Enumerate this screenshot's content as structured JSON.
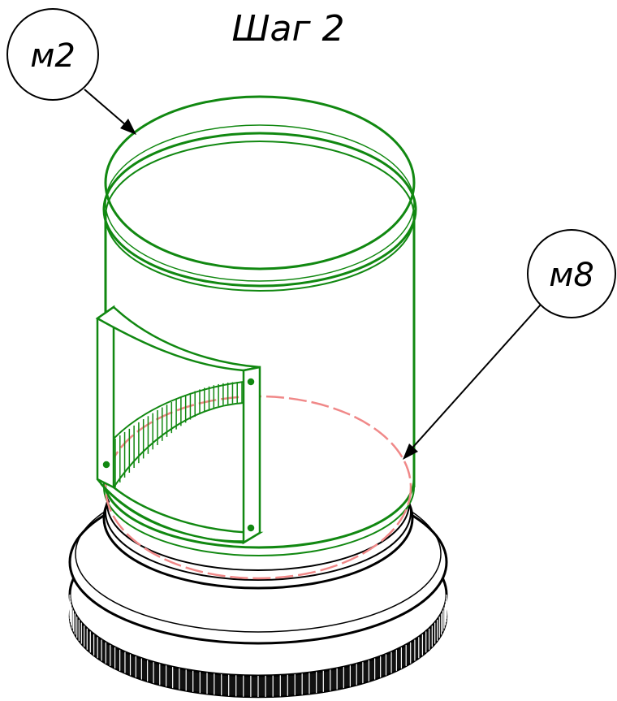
{
  "title": "Шаг 2",
  "callouts": [
    {
      "id": "m2",
      "text": "м2"
    },
    {
      "id": "m8",
      "text": "м8"
    }
  ],
  "colors": {
    "part_green": "#118811",
    "hidden_edge_red": "#f08888",
    "base_black": "#000000",
    "background": "#ffffff"
  }
}
